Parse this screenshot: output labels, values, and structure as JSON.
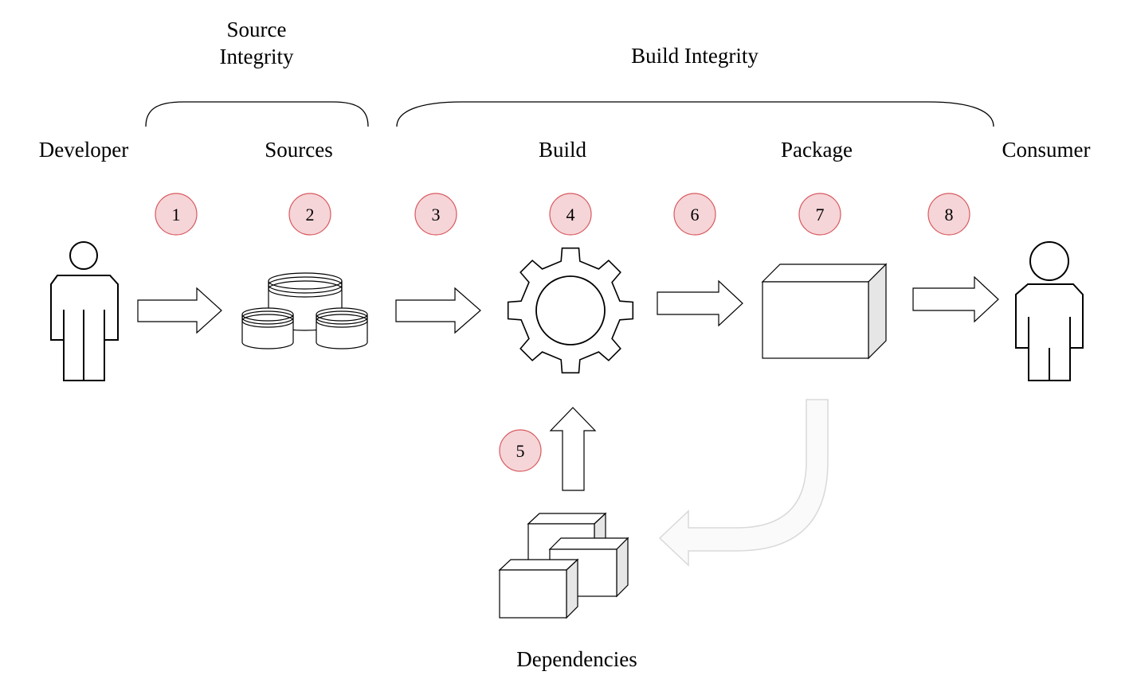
{
  "groups": {
    "source_integrity": {
      "line1": "Source",
      "line2": "Integrity"
    },
    "build_integrity": "Build Integrity"
  },
  "stages": {
    "developer": "Developer",
    "sources": "Sources",
    "build": "Build",
    "package": "Package",
    "consumer": "Consumer",
    "dependencies": "Dependencies"
  },
  "threat_markers": [
    "1",
    "2",
    "3",
    "4",
    "5",
    "6",
    "7",
    "8"
  ],
  "colors": {
    "marker_fill": "#f5d5d8",
    "marker_stroke": "#d9595f",
    "feedback_arrow": "#d9d9d9",
    "box_side": "#e6e6e6"
  }
}
